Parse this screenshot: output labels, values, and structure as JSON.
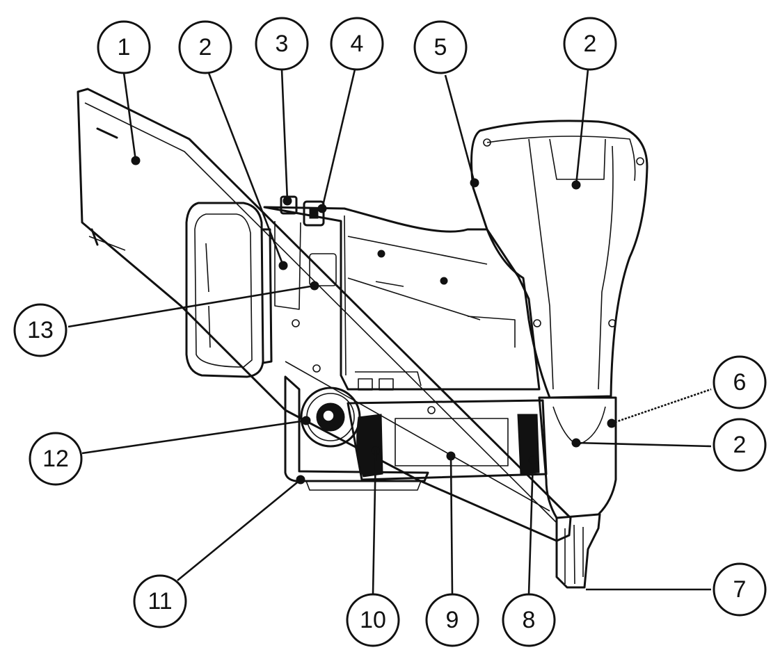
{
  "callouts": [
    {
      "id": "c1",
      "label": "1"
    },
    {
      "id": "c2a",
      "label": "2"
    },
    {
      "id": "c3",
      "label": "3"
    },
    {
      "id": "c4",
      "label": "4"
    },
    {
      "id": "c5",
      "label": "5"
    },
    {
      "id": "c2b",
      "label": "2"
    },
    {
      "id": "c6",
      "label": "6"
    },
    {
      "id": "c2c",
      "label": "2"
    },
    {
      "id": "c7",
      "label": "7"
    },
    {
      "id": "c8",
      "label": "8"
    },
    {
      "id": "c9",
      "label": "9"
    },
    {
      "id": "c10",
      "label": "10"
    },
    {
      "id": "c11",
      "label": "11"
    },
    {
      "id": "c12",
      "label": "12"
    },
    {
      "id": "c13",
      "label": "13"
    }
  ]
}
